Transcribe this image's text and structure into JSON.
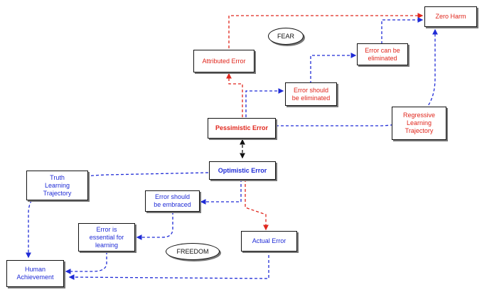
{
  "nodes": {
    "zero_harm": "Zero Harm",
    "attributed_error": "Attributed Error",
    "error_can_be_eliminated": "Error can be\neliminated",
    "error_should_be_eliminated": "Error should\nbe eliminated",
    "pessimistic_error": "Pessimistic Error",
    "regressive_trajectory": "Regressive\nLearning\nTrajectory",
    "optimistic_error": "Optimistic Error",
    "truth_trajectory": "Truth\nLearning\nTrajectory",
    "error_should_be_embraced": "Error should\nbe embraced",
    "error_is_essential": "Error is\nessential for\nlearning",
    "actual_error": "Actual Error",
    "human_achievement": "Human\nAchievement"
  },
  "ovals": {
    "fear": "FEAR",
    "freedom": "FREEDOM"
  },
  "colors": {
    "red": "#e0261c",
    "blue": "#1f2bd6",
    "black": "#111111"
  }
}
